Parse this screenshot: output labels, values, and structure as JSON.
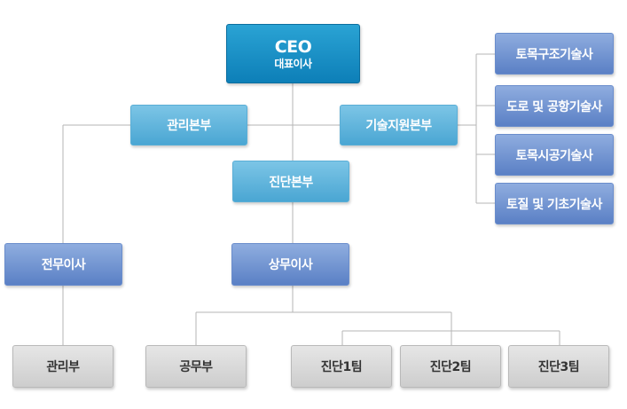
{
  "ceo": {
    "title": "CEO",
    "subtitle": "대표이사"
  },
  "management_hq": "관리본부",
  "tech_support_hq": "기술지원본부",
  "diagnosis_hq": "진단본부",
  "executive_director": "전무이사",
  "managing_director": "상무이사",
  "engineers": [
    "토목구조기술사",
    "도로 및 공항기술사",
    "토목시공기술사",
    "토질 및 기초기술사"
  ],
  "teams": {
    "admin": "관리부",
    "public_works": "공무부",
    "diag1": "진단1팀",
    "diag2": "진단2팀",
    "diag3": "진단3팀"
  }
}
